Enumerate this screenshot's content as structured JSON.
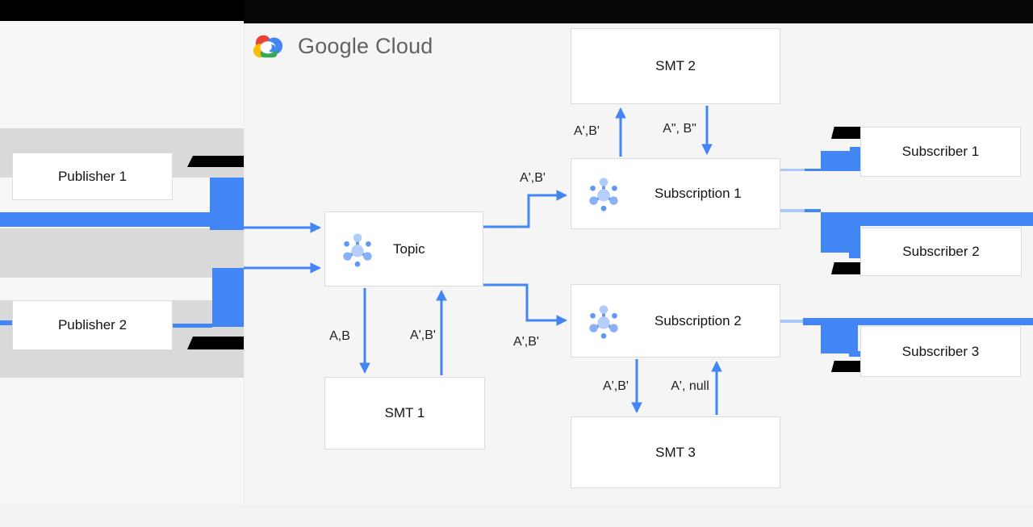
{
  "header": {
    "logo_text": "Google Cloud"
  },
  "nodes": {
    "publisher1": "Publisher 1",
    "publisher2": "Publisher 2",
    "topic": "Topic",
    "smt1": "SMT 1",
    "smt2": "SMT 2",
    "smt3": "SMT 3",
    "subscription1": "Subscription 1",
    "subscription2": "Subscription 2",
    "subscriber1": "Subscriber 1",
    "subscriber2": "Subscriber 2",
    "subscriber3": "Subscriber 3"
  },
  "edges": {
    "topic_to_sub1": "A',B'",
    "topic_to_sub2": "A',B'",
    "topic_to_smt1": "A,B",
    "smt1_to_topic": "A',B'",
    "sub1_to_smt2": "A',B'",
    "smt2_to_sub1": "A\", B\"",
    "sub2_to_smt3": "A',B'",
    "smt3_to_sub2": "A', null"
  },
  "colors": {
    "arrow_blue": "#4285f4",
    "light_blue": "#a8c7fa",
    "band_gray": "#d9d9d9",
    "redaction_black": "#000000",
    "logo_gray": "#5f6368",
    "background": "#f5f5f5"
  }
}
